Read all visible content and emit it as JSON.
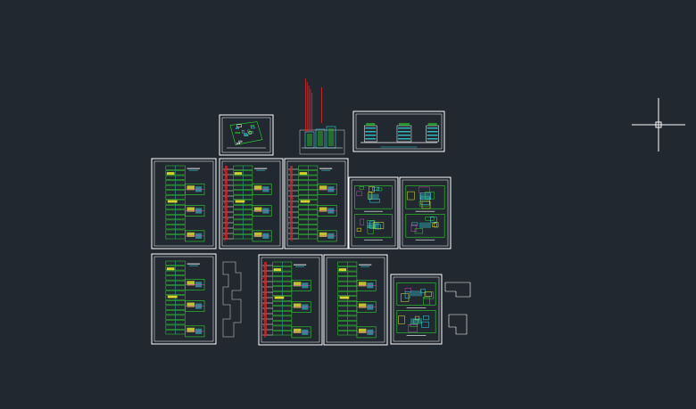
{
  "canvas": {
    "background": "#212830",
    "frame_color": "#ffffff",
    "line_colors": {
      "green": "#2fd52f",
      "cyan": "#3ad6e0",
      "yellow": "#e6e632",
      "red": "#d02828",
      "magenta": "#d040c0",
      "white": "#ffffff",
      "grey": "#9a9a9a"
    }
  },
  "cursor": {
    "icon": "crosshair-icon"
  },
  "drawing_sheets": [
    {
      "name": "site-plan-sheet",
      "kind": "site"
    },
    {
      "name": "perspective-view-sheet",
      "kind": "perspective"
    },
    {
      "name": "elevation-sheet",
      "kind": "elevation"
    },
    {
      "name": "floor-plan-sheet-1",
      "kind": "plan"
    },
    {
      "name": "floor-plan-sheet-2",
      "kind": "plan-dim"
    },
    {
      "name": "floor-plan-sheet-3",
      "kind": "plan-dim"
    },
    {
      "name": "unit-plan-sheet-1",
      "kind": "unit"
    },
    {
      "name": "unit-plan-sheet-2",
      "kind": "unit"
    },
    {
      "name": "floor-plan-sheet-4",
      "kind": "plan"
    },
    {
      "name": "outline-plan",
      "kind": "outline"
    },
    {
      "name": "floor-plan-sheet-5",
      "kind": "plan-dim"
    },
    {
      "name": "floor-plan-sheet-6",
      "kind": "plan"
    },
    {
      "name": "unit-plan-sheet-3",
      "kind": "unit"
    },
    {
      "name": "loose-unit-outline",
      "kind": "loose"
    }
  ]
}
